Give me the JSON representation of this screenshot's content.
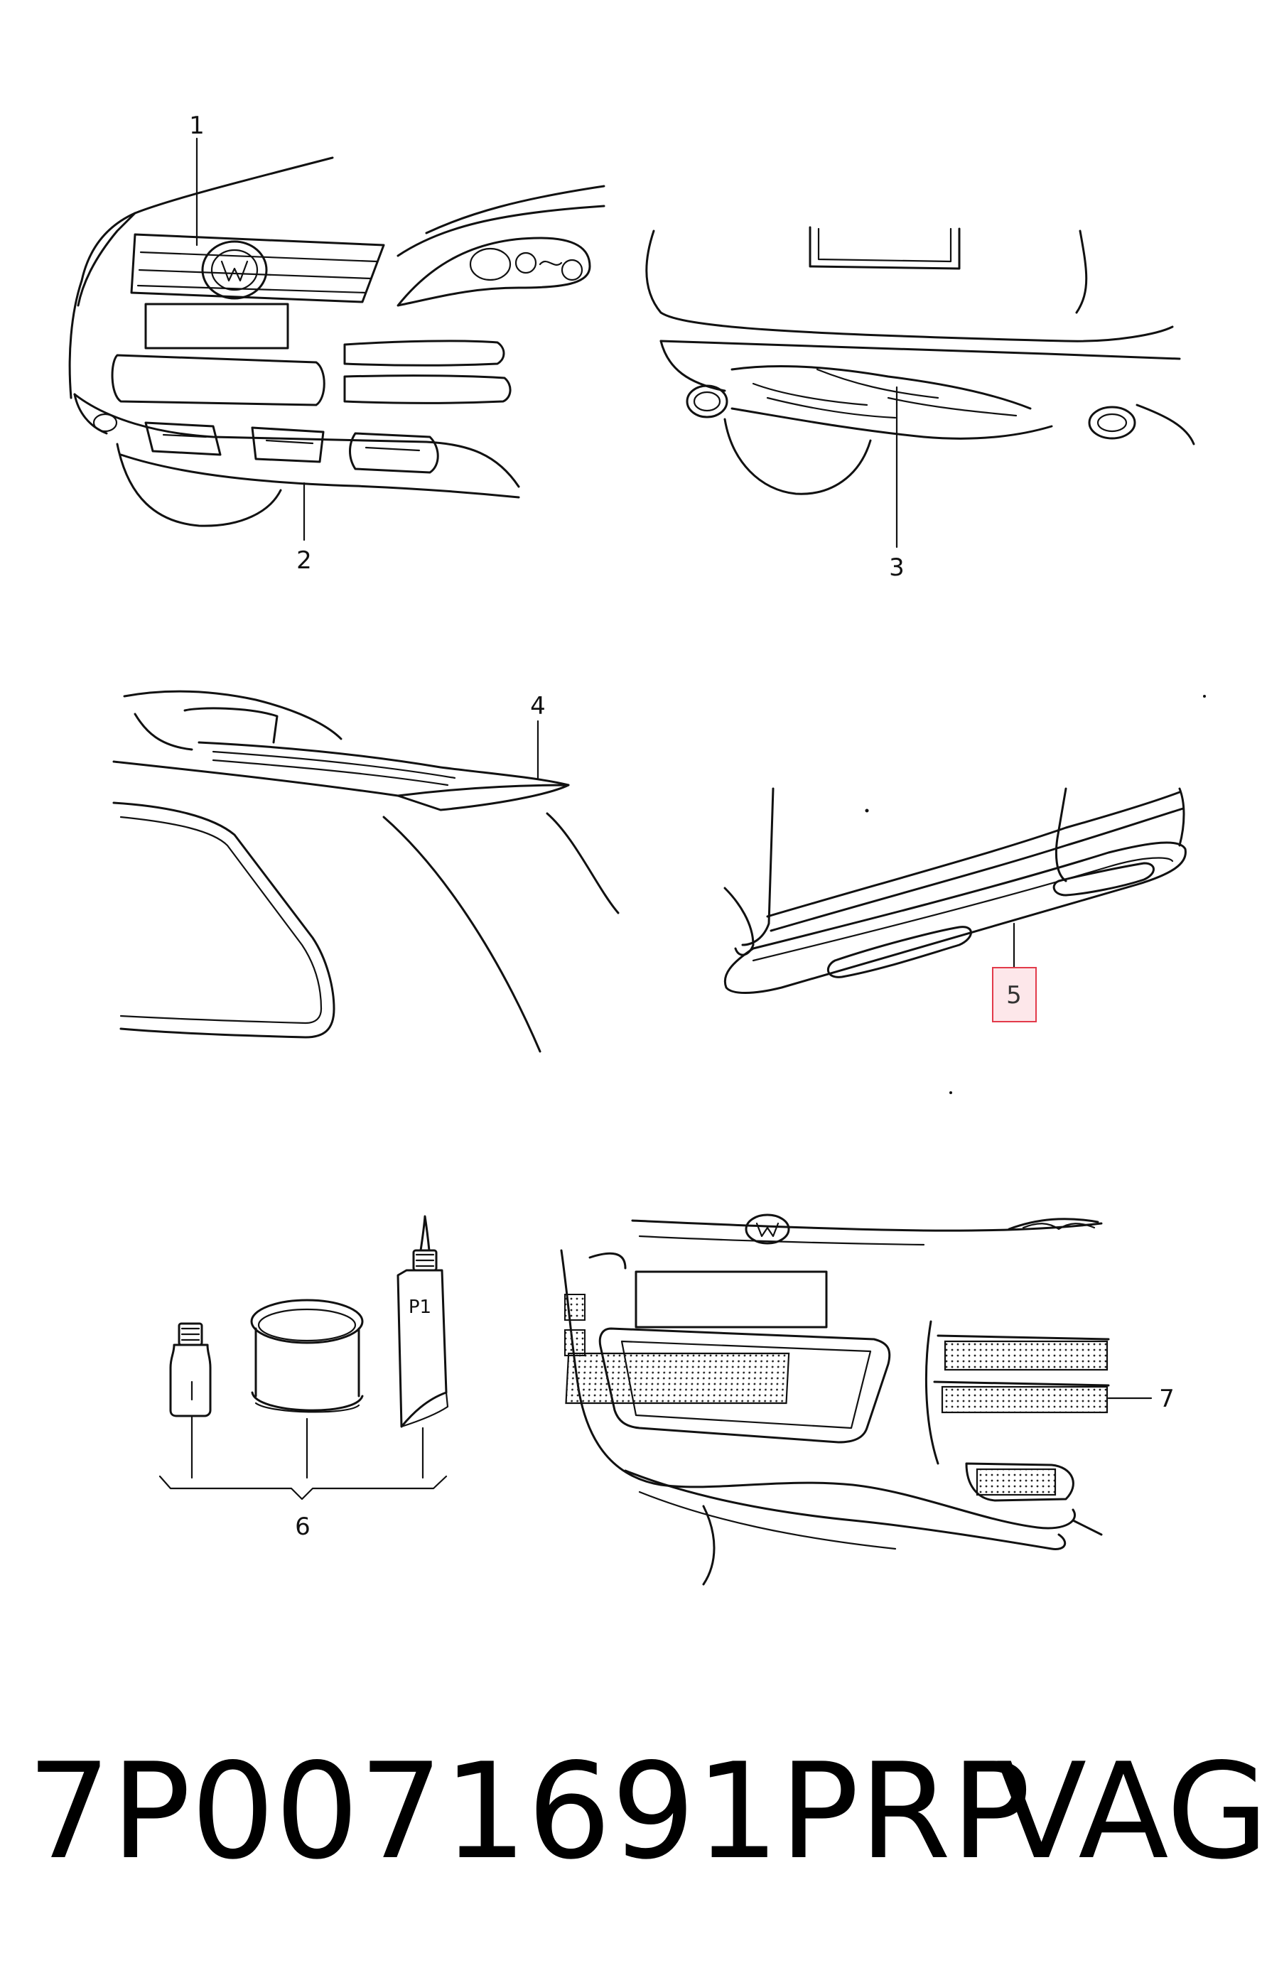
{
  "callouts": {
    "c1": "1",
    "c2": "2",
    "c3": "3",
    "c4": "4",
    "c5": "5",
    "c6": "6",
    "c7": "7"
  },
  "tube_label": "P1",
  "highlight_color": "#e23a4a",
  "footer": {
    "part_number": "7P0071691PRP",
    "brand": "VAG"
  }
}
